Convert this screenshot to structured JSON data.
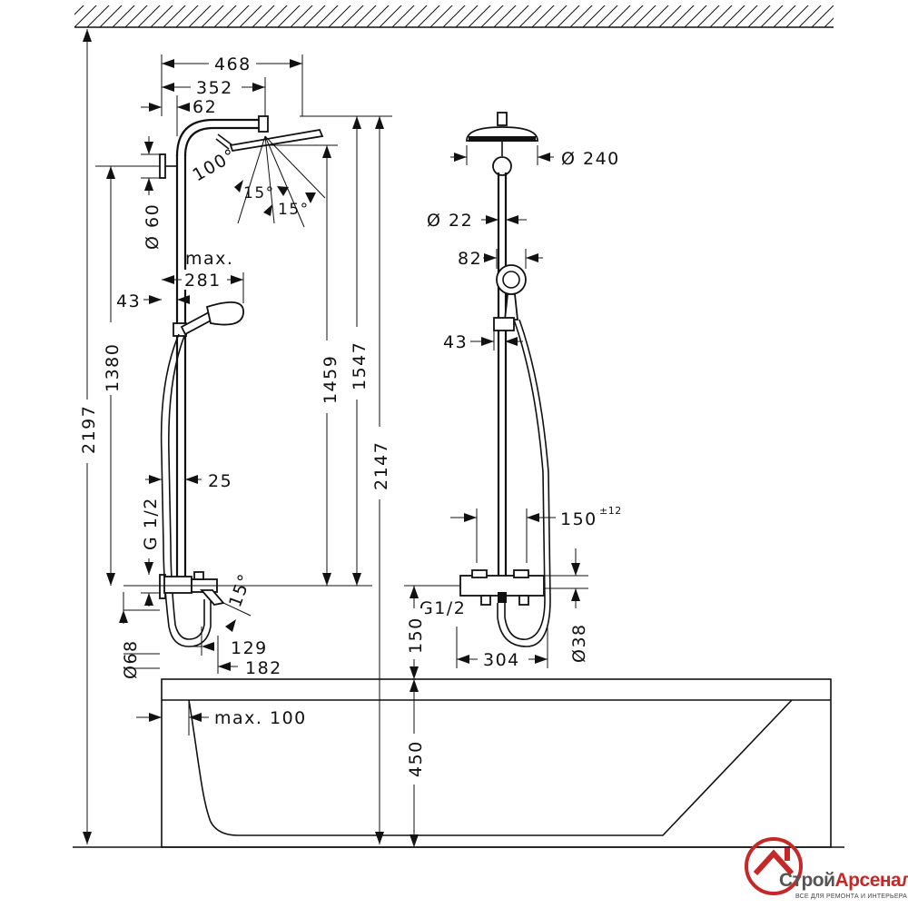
{
  "dimensions": {
    "d468": "468",
    "d352": "352",
    "d62": "62",
    "d100deg": "100°",
    "d15deg_a": "15°",
    "d15deg_b": "15°",
    "d60": "Ø 60",
    "max_label": "max.",
    "d281": "281",
    "d43_left": "43",
    "d1380": "1380",
    "d2197": "2197",
    "d1459": "1459",
    "d1547": "1547",
    "d2147": "2147",
    "d25": "25",
    "g12_left": "G 1/2",
    "d15deg_spout": "15°",
    "d129": "129",
    "d182": "182",
    "d68": "Ø68",
    "max100": "max. 100",
    "d240": "Ø 240",
    "d22": "Ø 22",
    "d82": "82",
    "d43_right": "43",
    "d150tol_value": "150",
    "d150tol_sup": "±12",
    "g12_right": "G1/2",
    "d150": "150",
    "d304": "304",
    "d38": "Ø38",
    "d450": "450"
  },
  "logo": {
    "name_part1": "Строй",
    "name_part2": "Арсенал",
    "tagline": "ВСЕ ДЛЯ РЕМОНТА И ИНТЕРЬЕРА",
    "color_red": "#c62828",
    "color_gray": "#555555"
  }
}
